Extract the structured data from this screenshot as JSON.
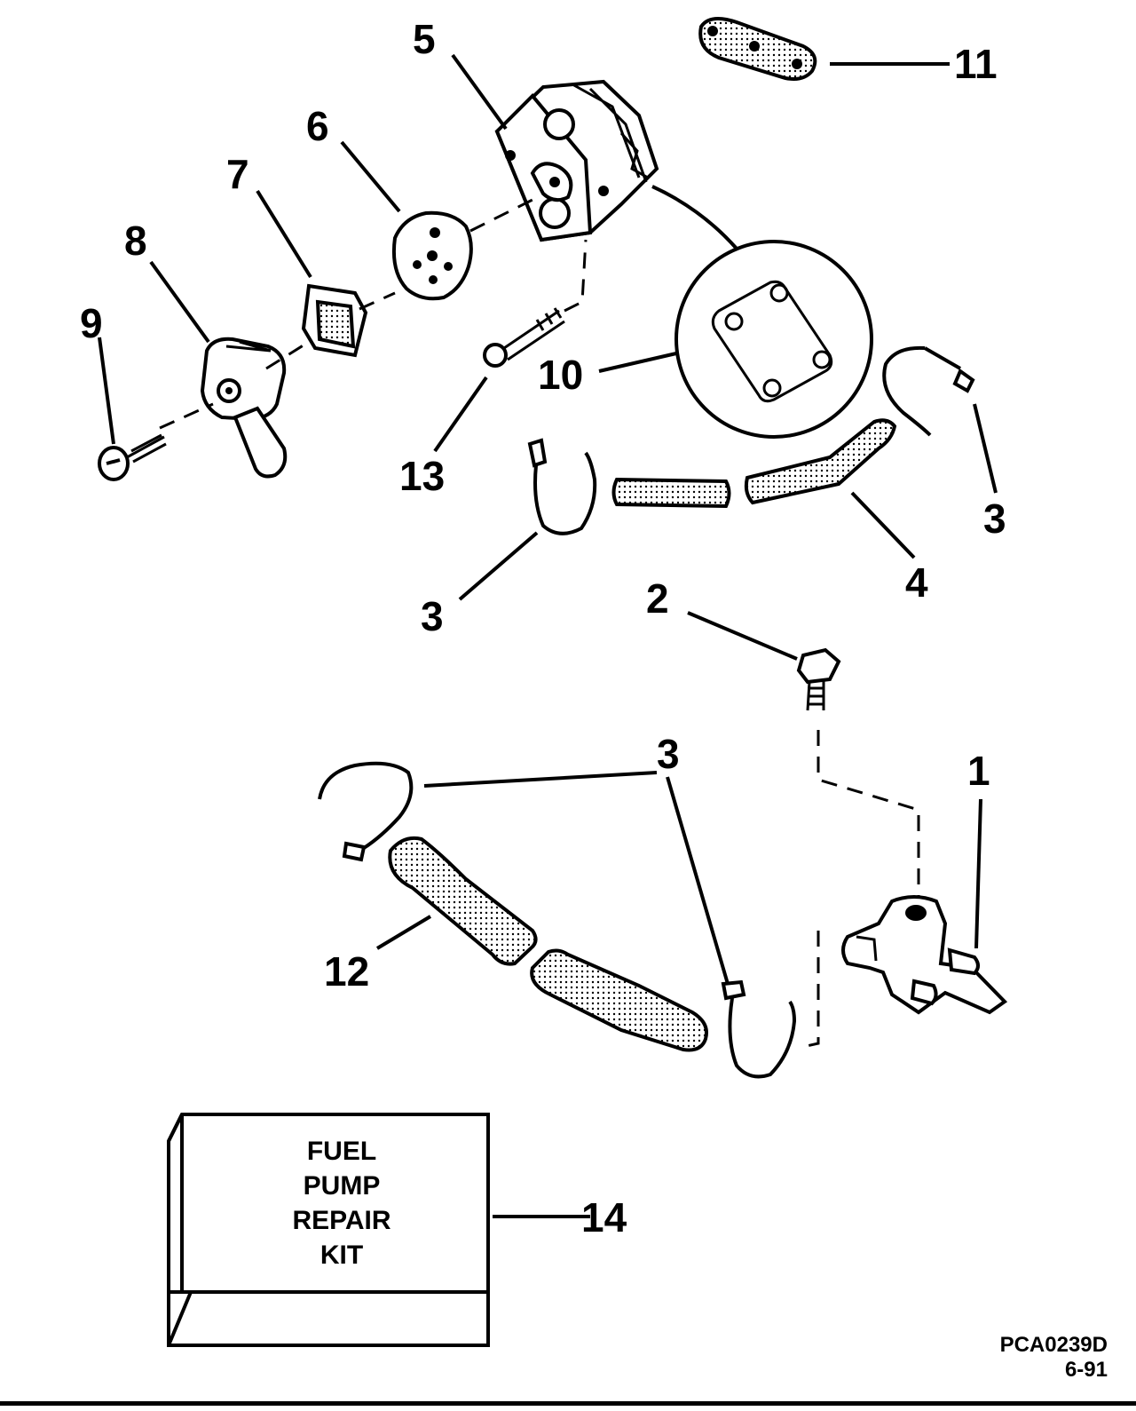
{
  "callouts": {
    "c1": "1",
    "c2": "2",
    "c3a": "3",
    "c3b": "3",
    "c3c": "3",
    "c4": "4",
    "c5": "5",
    "c6": "6",
    "c7": "7",
    "c8": "8",
    "c9": "9",
    "c10": "10",
    "c11": "11",
    "c12": "12",
    "c13": "13",
    "c14": "14"
  },
  "kit": {
    "line1": "FUEL",
    "line2": "PUMP",
    "line3": "REPAIR",
    "line4": "KIT"
  },
  "drawing_code": "PCA0239D",
  "drawing_date": "6-91"
}
